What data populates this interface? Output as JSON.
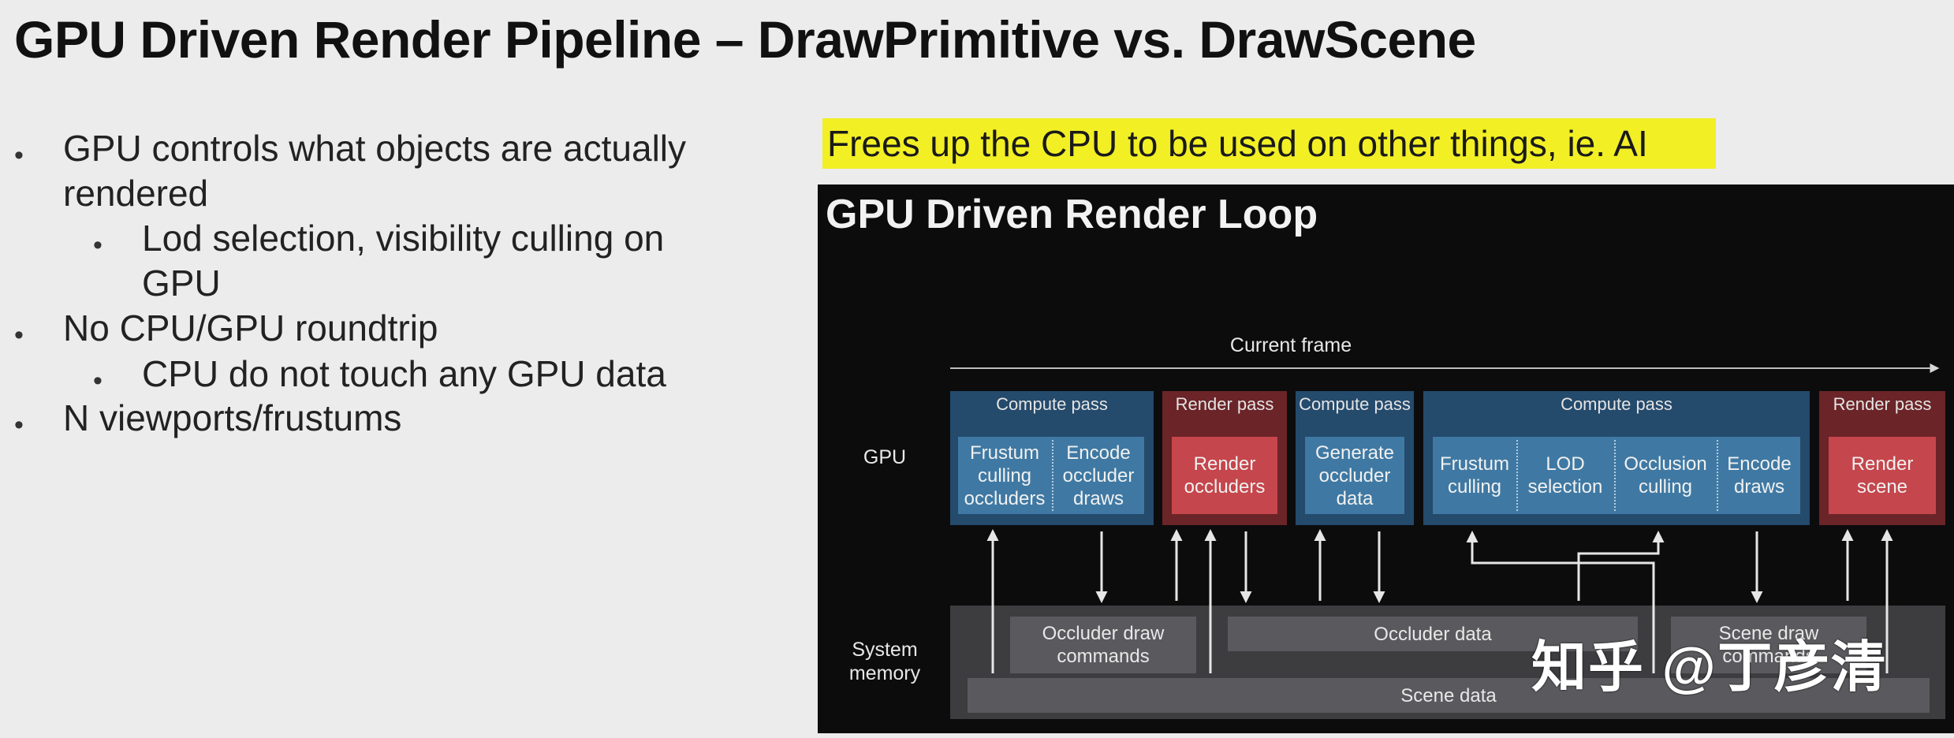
{
  "slide": {
    "title": "GPU Driven Render Pipeline – DrawPrimitive vs. DrawScene",
    "bullets": [
      {
        "level": 1,
        "lines": [
          "GPU controls what objects are actually",
          "rendered"
        ]
      },
      {
        "level": 2,
        "lines": [
          "Lod selection, visibility culling on",
          "GPU"
        ]
      },
      {
        "level": 1,
        "lines": [
          "No CPU/GPU roundtrip"
        ]
      },
      {
        "level": 2,
        "lines": [
          "CPU do not touch any GPU data"
        ]
      },
      {
        "level": 1,
        "lines": [
          "N viewports/frustums"
        ]
      }
    ],
    "bullet_glyph": "•",
    "highlight_note": "Frees up the CPU to be used on other things, ie. AI"
  },
  "diagram": {
    "title": "GPU Driven Render Loop",
    "timeline_label": "Current frame",
    "gpu_label": "GPU",
    "memory_label_line1": "System",
    "memory_label_line2": "memory",
    "passes": [
      {
        "header": "Compute pass",
        "kind": "compute",
        "cells": [
          [
            "Frustum",
            "culling",
            "occluders"
          ],
          [
            "Encode",
            "occluder",
            "draws"
          ]
        ]
      },
      {
        "header": "Render pass",
        "kind": "render",
        "cells": [
          [
            "Render",
            "occluders"
          ]
        ]
      },
      {
        "header": "Compute pass",
        "kind": "compute",
        "cells": [
          [
            "Generate",
            "occluder",
            "data"
          ]
        ]
      },
      {
        "header": "Compute pass",
        "kind": "compute",
        "cells": [
          [
            "Frustum",
            "culling"
          ],
          [
            "LOD",
            "selection"
          ],
          [
            "Occlusion",
            "culling"
          ],
          [
            "Encode",
            "draws"
          ]
        ]
      },
      {
        "header": "Render pass",
        "kind": "render",
        "cells": [
          [
            "Render",
            "scene"
          ]
        ]
      }
    ],
    "memory": {
      "occluder_draw_commands": [
        "Occluder draw",
        "commands"
      ],
      "occluder_data": "Occluder data",
      "scene_draw_commands": [
        "Scene draw",
        "commands"
      ],
      "scene_data": "Scene data"
    },
    "colors": {
      "compute_outer": "#244a6c",
      "compute_inner": "#3f79a3",
      "render_outer": "#6b2428",
      "render_inner": "#c5464c",
      "memory": "#3d3d40",
      "highlight": "#f2ef25"
    }
  },
  "watermark": "知乎 @丁彦清"
}
